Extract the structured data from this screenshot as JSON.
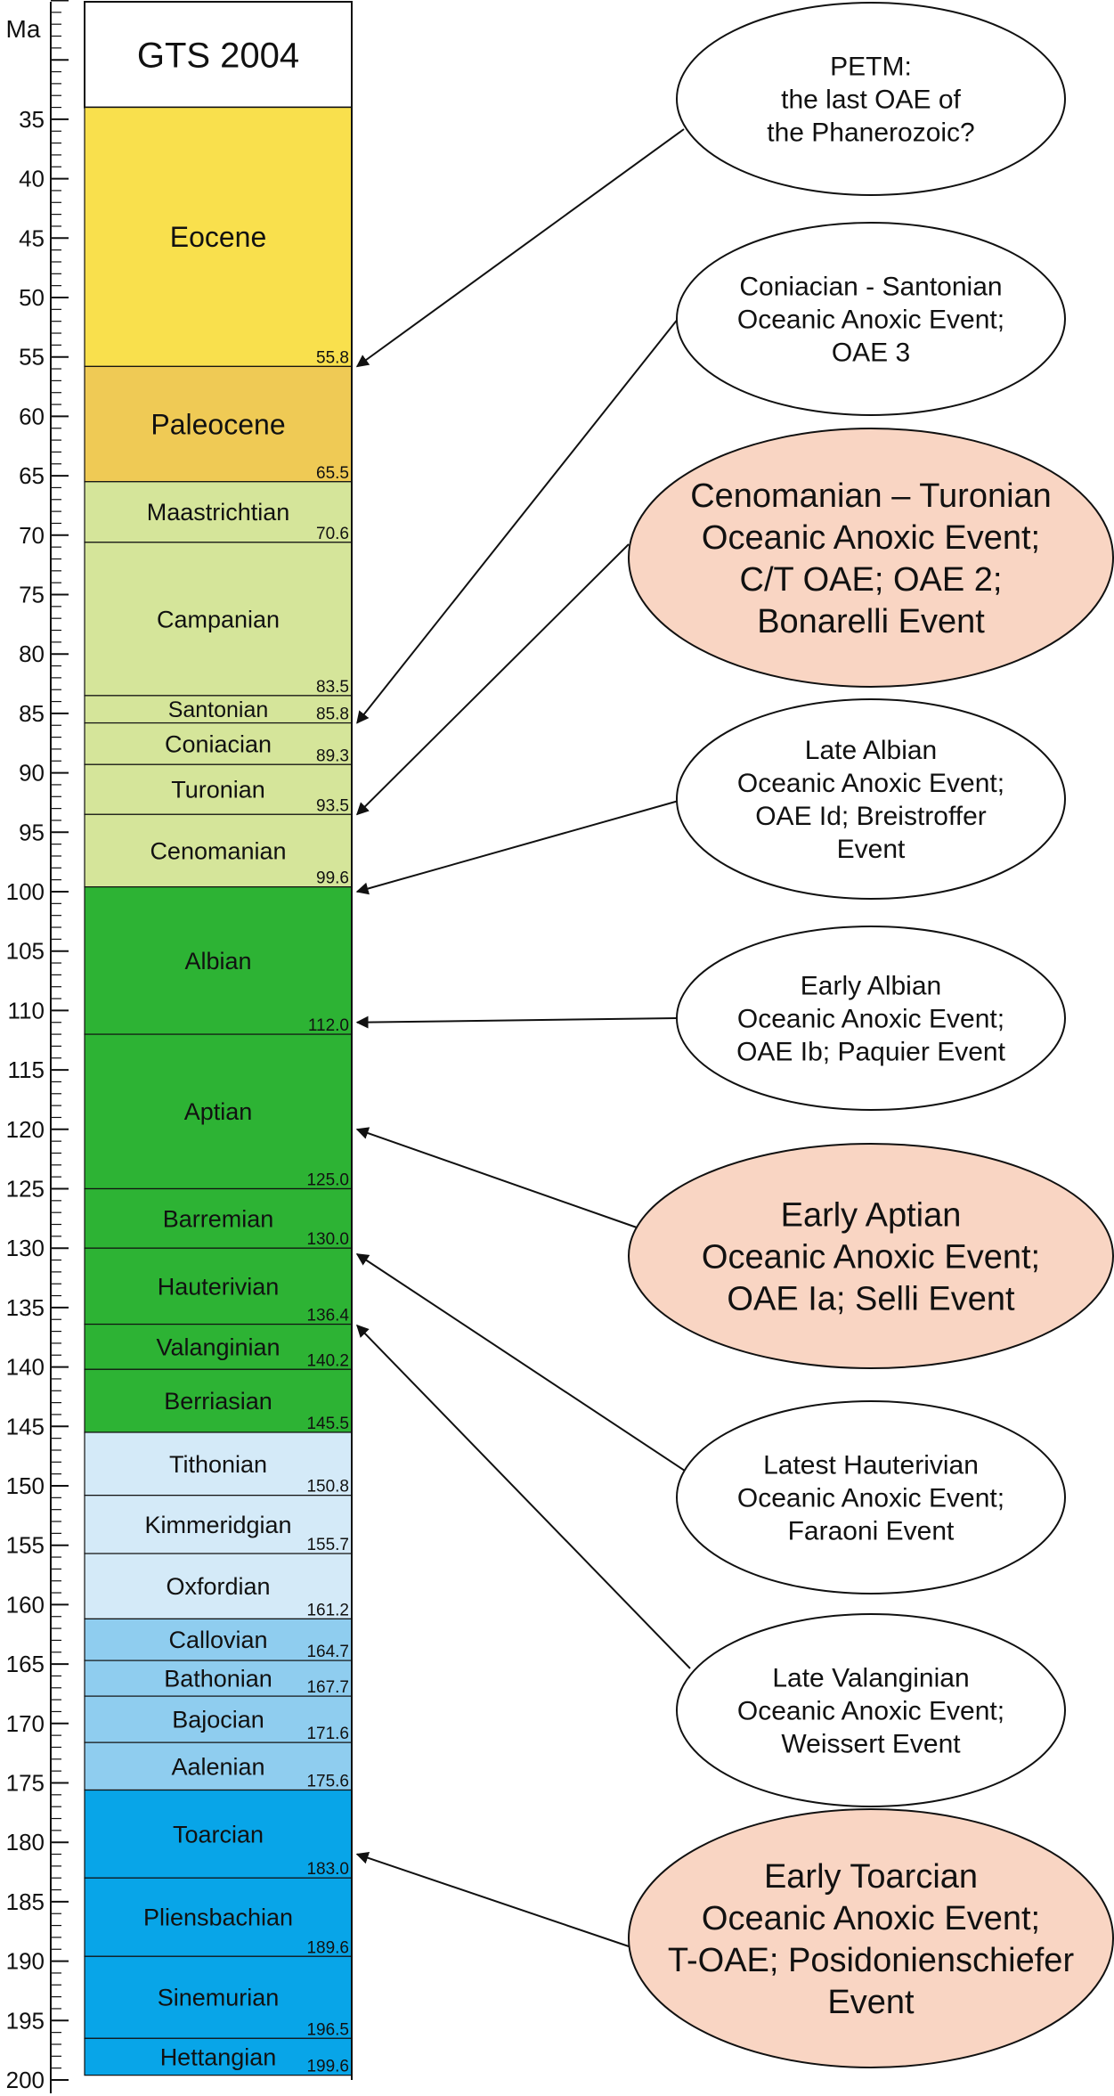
{
  "scale": {
    "unit_label": "Ma",
    "min": 25,
    "max": 200,
    "tick_labels": [
      35,
      40,
      45,
      50,
      55,
      60,
      65,
      70,
      75,
      80,
      85,
      90,
      95,
      100,
      105,
      110,
      115,
      120,
      125,
      130,
      135,
      140,
      145,
      150,
      155,
      160,
      165,
      170,
      175,
      180,
      185,
      190,
      195,
      200
    ]
  },
  "column": {
    "title": "GTS 2004",
    "top_age": 34
  },
  "units": [
    {
      "name": "Eocene",
      "base": "55.8",
      "color": "#F9E04D",
      "epoch": true
    },
    {
      "name": "Paleocene",
      "base": "65.5",
      "color": "#EFCA55",
      "epoch": true
    },
    {
      "name": "Maastrichtian",
      "base": "70.6",
      "color": "#D5E59A"
    },
    {
      "name": "Campanian",
      "base": "83.5",
      "color": "#D5E59A"
    },
    {
      "name": "Santonian",
      "base": "85.8",
      "color": "#D5E59A"
    },
    {
      "name": "Coniacian",
      "base": "89.3",
      "color": "#D5E59A"
    },
    {
      "name": "Turonian",
      "base": "93.5",
      "color": "#D5E59A"
    },
    {
      "name": "Cenomanian",
      "base": "99.6",
      "color": "#D5E59A"
    },
    {
      "name": "Albian",
      "base": "112.0",
      "color": "#2DB334"
    },
    {
      "name": "Aptian",
      "base": "125.0",
      "color": "#2DB334"
    },
    {
      "name": "Barremian",
      "base": "130.0",
      "color": "#2DB334"
    },
    {
      "name": "Hauterivian",
      "base": "136.4",
      "color": "#2DB334"
    },
    {
      "name": "Valanginian",
      "base": "140.2",
      "color": "#2DB334"
    },
    {
      "name": "Berriasian",
      "base": "145.5",
      "color": "#2DB334"
    },
    {
      "name": "Tithonian",
      "base": "150.8",
      "color": "#D4EAF8"
    },
    {
      "name": "Kimmeridgian",
      "base": "155.7",
      "color": "#D4EAF8"
    },
    {
      "name": "Oxfordian",
      "base": "161.2",
      "color": "#D4EAF8"
    },
    {
      "name": "Callovian",
      "base": "164.7",
      "color": "#8FCDEF"
    },
    {
      "name": "Bathonian",
      "base": "167.7",
      "color": "#8FCDEF"
    },
    {
      "name": "Bajocian",
      "base": "171.6",
      "color": "#8FCDEF"
    },
    {
      "name": "Aalenian",
      "base": "175.6",
      "color": "#8FCDEF"
    },
    {
      "name": "Toarcian",
      "base": "183.0",
      "color": "#08A5E8"
    },
    {
      "name": "Pliensbachian",
      "base": "189.6",
      "color": "#08A5E8"
    },
    {
      "name": "Sinemurian",
      "base": "196.5",
      "color": "#08A5E8"
    },
    {
      "name": "Hettangian",
      "base": "199.6",
      "color": "#08A5E8"
    }
  ],
  "events": [
    {
      "lines": [
        "PETM:",
        "the last OAE of",
        "the Phanerozoic?"
      ],
      "major": false,
      "points_to_age": 55.8
    },
    {
      "lines": [
        "Coniacian - Santonian",
        "Oceanic Anoxic Event;",
        "OAE 3"
      ],
      "major": false,
      "points_to_age": 85.8
    },
    {
      "lines": [
        "Cenomanian – Turonian",
        "Oceanic Anoxic Event;",
        "C/T OAE; OAE 2;",
        "Bonarelli Event"
      ],
      "major": true,
      "points_to_age": 93.5
    },
    {
      "lines": [
        "Late Albian",
        "Oceanic Anoxic Event;",
        "OAE Id; Breistroffer",
        "Event"
      ],
      "major": false,
      "points_to_age": 100.0
    },
    {
      "lines": [
        "Early Albian",
        "Oceanic Anoxic Event;",
        "OAE Ib; Paquier Event"
      ],
      "major": false,
      "points_to_age": 111.0
    },
    {
      "lines": [
        "Early Aptian",
        "Oceanic Anoxic Event;",
        "OAE Ia; Selli Event"
      ],
      "major": true,
      "points_to_age": 120.0
    },
    {
      "lines": [
        "Latest Hauterivian",
        "Oceanic Anoxic Event;",
        "Faraoni Event"
      ],
      "major": false,
      "points_to_age": 130.5
    },
    {
      "lines": [
        "Late Valanginian",
        "Oceanic Anoxic Event;",
        "Weissert Event"
      ],
      "major": false,
      "points_to_age": 136.5
    },
    {
      "lines": [
        "Early Toarcian",
        "Oceanic Anoxic Event;",
        "T-OAE; Posidonienschiefer",
        "Event"
      ],
      "major": true,
      "points_to_age": 181.0
    }
  ],
  "colors": {
    "major_event_fill": "#F9D5C3",
    "minor_event_fill": "#FFFFFF",
    "outline": "#111111"
  }
}
